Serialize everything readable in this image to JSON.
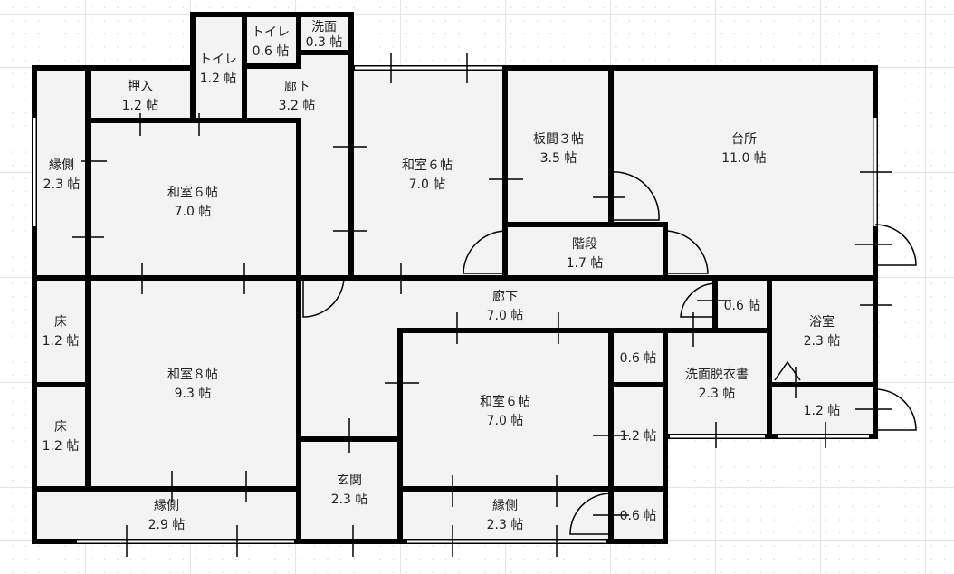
{
  "plan": {
    "unit": "帖",
    "rooms": [
      {
        "name": "縁側",
        "area": "2.3 帖"
      },
      {
        "name": "押入",
        "area": "1.2 帖"
      },
      {
        "name": "トイレ",
        "area": "1.2 帖"
      },
      {
        "name": "トイレ",
        "area": "0.6 帖"
      },
      {
        "name": "洗面",
        "area": "0.3 帖"
      },
      {
        "name": "廊下",
        "area": "3.2 帖"
      },
      {
        "name": "和室６帖",
        "area": "7.0 帖"
      },
      {
        "name": "和室６帖",
        "area": "7.0 帖"
      },
      {
        "name": "板間３帖",
        "area": "3.5 帖"
      },
      {
        "name": "台所",
        "area": "11.0 帖"
      },
      {
        "name": "階段",
        "area": "1.7 帖"
      },
      {
        "name": "廊下",
        "area": "7.0 帖"
      },
      {
        "name": "",
        "area": "0.6 帖"
      },
      {
        "name": "浴室",
        "area": "2.3 帖"
      },
      {
        "name": "床",
        "area": "1.2 帖"
      },
      {
        "name": "床",
        "area": "1.2 帖"
      },
      {
        "name": "和室８帖",
        "area": "9.3 帖"
      },
      {
        "name": "縁側",
        "area": "2.9 帖"
      },
      {
        "name": "玄関",
        "area": "2.3 帖"
      },
      {
        "name": "和室６帖",
        "area": "7.0 帖"
      },
      {
        "name": "縁側",
        "area": "2.3 帖"
      },
      {
        "name": "",
        "area": "0.6 帖"
      },
      {
        "name": "",
        "area": "1.2 帖"
      },
      {
        "name": "",
        "area": "0.6 帖"
      },
      {
        "name": "洗面脱衣書",
        "area": "2.3 帖"
      },
      {
        "name": "",
        "area": "1.2 帖"
      }
    ]
  }
}
